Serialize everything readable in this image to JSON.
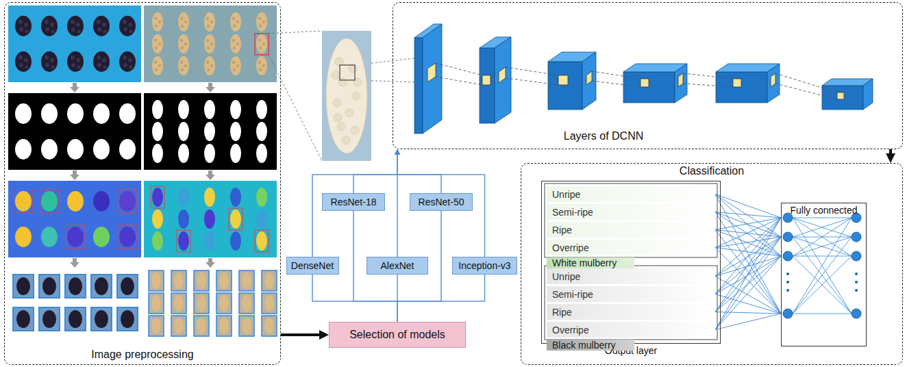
{
  "diagram": {
    "nodes": [
      {
        "text": [
          "Image preprocessing"
        ]
      },
      {
        "text": [
          "Layers of DCNN"
        ]
      },
      {
        "text": [
          "ResNet-18"
        ]
      },
      {
        "text": [
          "ResNet-50"
        ]
      },
      {
        "text": [
          "DenseNet"
        ]
      },
      {
        "text": [
          "AlexNet"
        ]
      },
      {
        "text": [
          "Inception-v3"
        ]
      },
      {
        "text": [
          "Selection of models"
        ]
      },
      {
        "text": [
          "Classification"
        ]
      },
      {
        "text": [
          "Output layer"
        ],
        "in": 8
      },
      {
        "text": [
          "White mulberry",
          "Unripe"
        ],
        "in": 9
      },
      {
        "text": [
          "White mulberry",
          "Semi-ripe"
        ],
        "in": 9
      },
      {
        "text": [
          "White mulberry",
          "Ripe"
        ],
        "in": 9
      },
      {
        "text": [
          "White mulberry",
          "Overripe"
        ],
        "in": 9
      },
      {
        "text": [
          "Black mulberry",
          "Unripe"
        ],
        "in": 9
      },
      {
        "text": [
          "Black mulberry",
          "Semi-ripe"
        ],
        "in": 9
      },
      {
        "text": [
          "Black mulberry",
          "Ripe"
        ],
        "in": 9
      },
      {
        "text": [
          "Black mulberry",
          "Overripe"
        ],
        "in": 9
      },
      {
        "text": [
          "Fully connected"
        ],
        "in": 8
      }
    ],
    "edges": [
      {
        "from": 0,
        "to": 7,
        "arrow": "to"
      },
      {
        "from": 7,
        "to": 2,
        "arrow": "none"
      },
      {
        "from": 7,
        "to": 3,
        "arrow": "none"
      },
      {
        "from": 7,
        "to": 4,
        "arrow": "none"
      },
      {
        "from": 7,
        "to": 5,
        "arrow": "none"
      },
      {
        "from": 7,
        "to": 6,
        "arrow": "none"
      },
      {
        "from": 2,
        "to": 1,
        "arrow": "to"
      },
      {
        "from": 3,
        "to": 1,
        "arrow": "to"
      },
      {
        "from": 4,
        "to": 1,
        "arrow": "to"
      },
      {
        "from": 5,
        "to": 1,
        "arrow": "to"
      },
      {
        "from": 6,
        "to": 1,
        "arrow": "to"
      },
      {
        "from": 1,
        "to": 8,
        "arrow": "to"
      },
      {
        "from": 10,
        "to": 18,
        "arrow": "none"
      },
      {
        "from": 11,
        "to": 18,
        "arrow": "none"
      },
      {
        "from": 12,
        "to": 18,
        "arrow": "none"
      },
      {
        "from": 13,
        "to": 18,
        "arrow": "none"
      },
      {
        "from": 14,
        "to": 18,
        "arrow": "none"
      },
      {
        "from": 15,
        "to": 18,
        "arrow": "none"
      },
      {
        "from": 16,
        "to": 18,
        "arrow": "none"
      },
      {
        "from": 17,
        "to": 18,
        "arrow": "none"
      }
    ]
  }
}
